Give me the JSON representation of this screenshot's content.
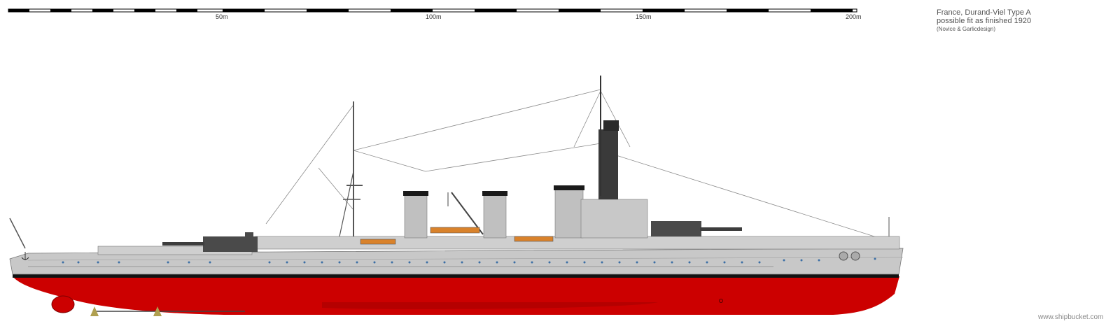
{
  "scale_bar": {
    "labels": [
      "50m",
      "100m",
      "150m",
      "200m"
    ]
  },
  "title_block": {
    "line1": "France, Durand-Viel Type A",
    "line2": "possible fit as finished 1920",
    "credit": "(Novice & Garlicdesign)"
  },
  "watermark": "www.shipbucket.com",
  "colors": {
    "hull_red": "#cc0000",
    "hull_grey": "#c8c8c8",
    "superstructure_grey": "#bfbfbf",
    "turret_dark": "#4a4a4a",
    "boot_black": "#111111",
    "rigging": "#888888",
    "boat_orange": "#d9822b"
  }
}
